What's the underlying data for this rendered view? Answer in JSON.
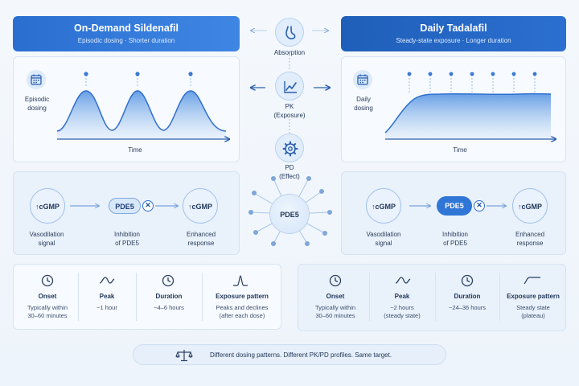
{
  "left_header": {
    "title": "On-Demand Sildenafil",
    "subtitle": "Episodic dosing · Shorter duration"
  },
  "right_header": {
    "title": "Daily Tadalafil",
    "subtitle": "Steady-state exposure · Longer duration"
  },
  "center_flow": {
    "absorption": "Absorption",
    "pk_line1": "PK",
    "pk_line2": "(Exposure)",
    "pd_line1": "PD",
    "pd_line2": "(Effect)",
    "target": "PDE5"
  },
  "left_pk_panel": {
    "label_line1": "Episodic",
    "label_line2": "dosing",
    "x_label": "Time"
  },
  "right_pk_panel": {
    "label_line1": "Daily",
    "label_line2": "dosing",
    "x_label": "Time"
  },
  "left_mech": {
    "node1": "↑cGMP",
    "node2": "PDE5",
    "node3": "↑cGMP",
    "x_mark": "✕",
    "label1_line1": "Vasodilation",
    "label1_line2": "signal",
    "label2_line1": "Inhibition",
    "label2_line2": "of PDE5",
    "label3_line1": "Enhanced",
    "label3_line2": "response"
  },
  "right_mech": {
    "node1": "↑cGMP",
    "node2": "PDE5",
    "node3": "↑cGMP",
    "x_mark": "✕",
    "label1_line1": "Vasodilation",
    "label1_line2": "signal",
    "label2_line1": "Inhibition",
    "label2_line2": "of PDE5",
    "label3_line1": "Enhanced",
    "label3_line2": "response"
  },
  "left_metrics": {
    "onset_title": "Onset",
    "onset_line1": "Typically within",
    "onset_line2": "30–60 minutes",
    "peak_title": "Peak",
    "peak_value": "~1 hour",
    "duration_title": "Duration",
    "duration_value": "~4–6 hours",
    "pattern_title": "Exposure pattern",
    "pattern_line1": "Peaks and declines",
    "pattern_line2": "(after each dose)"
  },
  "right_metrics": {
    "onset_title": "Onset",
    "onset_line1": "Typically within",
    "onset_line2": "30–60 minutes",
    "peak_title": "Peak",
    "peak_line1": "~2 hours",
    "peak_line2": "(steady state)",
    "duration_title": "Duration",
    "duration_value": "~24–36 hours",
    "pattern_title": "Exposure pattern",
    "pattern_line1": "Steady state",
    "pattern_line2": "(plateau)"
  },
  "footer": {
    "text": "Different dosing patterns. Different PK/PD profiles. Same target."
  },
  "icons": {
    "stomach": "stomach-icon",
    "chart": "line-chart-icon",
    "gear": "gear-icon",
    "calendar": "calendar-icon",
    "clock": "clock-icon",
    "peak": "wave-icon",
    "scale": "balance-scale-icon"
  },
  "colors": {
    "primary": "#2f76d6",
    "header_dark": "#1f5fb9",
    "light_fill": "#dceafa"
  }
}
